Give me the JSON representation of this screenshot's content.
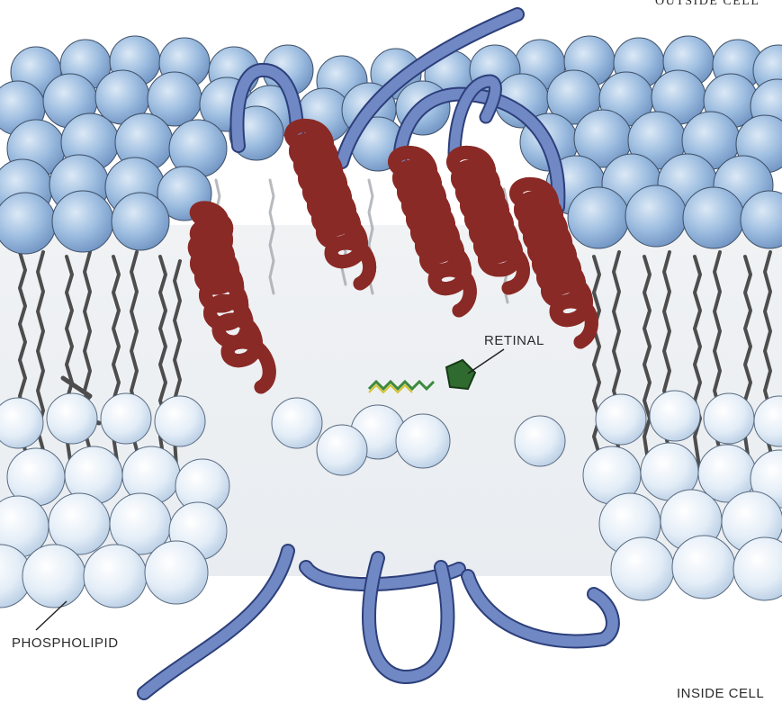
{
  "labels": {
    "outside_cell": "OUTSIDE CELL",
    "retinal": "RETINAL",
    "phospholipid": "PHOSPHOLIPID",
    "inside_cell": "INSIDE CELL"
  },
  "colors": {
    "head_top": "#8fb3d9",
    "head_bottom": "#d4e3f2",
    "tail": "#4a4a4a",
    "helix": "#e0675f",
    "loop": "#6f86c4",
    "retinal": "#2f6b2f"
  }
}
